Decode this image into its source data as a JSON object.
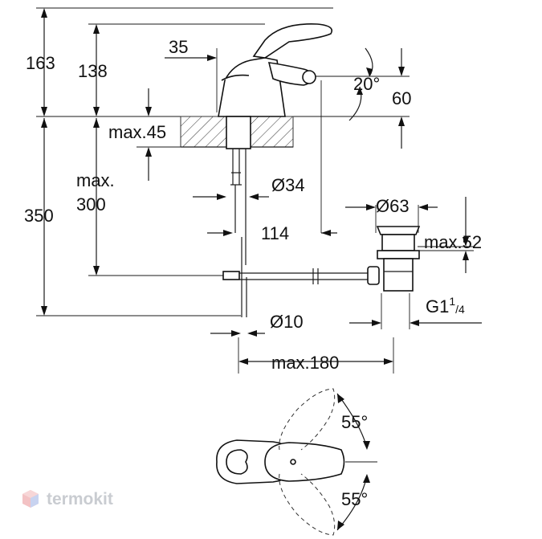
{
  "dimensions": {
    "total_height": "163",
    "spout_height": "138",
    "lever_offset": "35",
    "tilt_angle": "20°",
    "outlet_height": "60",
    "max_deck": "max.45",
    "max_hose_label": "max.",
    "max_hose_value": "300",
    "flexible_height": "350",
    "body_diameter": "Ø34",
    "waste_diameter": "Ø63",
    "spout_reach": "114",
    "waste_max": "max.52",
    "thread": "G1",
    "thread_sup": "1",
    "thread_sub": "/4",
    "rod_diameter": "Ø10",
    "max_distance": "max.180",
    "handle_angle_top": "55°",
    "handle_angle_bottom": "55°"
  },
  "watermark": {
    "text": "termokit",
    "icon": "hexagon-logo-icon"
  },
  "colors": {
    "line": "#111111",
    "watermark": "#c9ccd1"
  }
}
